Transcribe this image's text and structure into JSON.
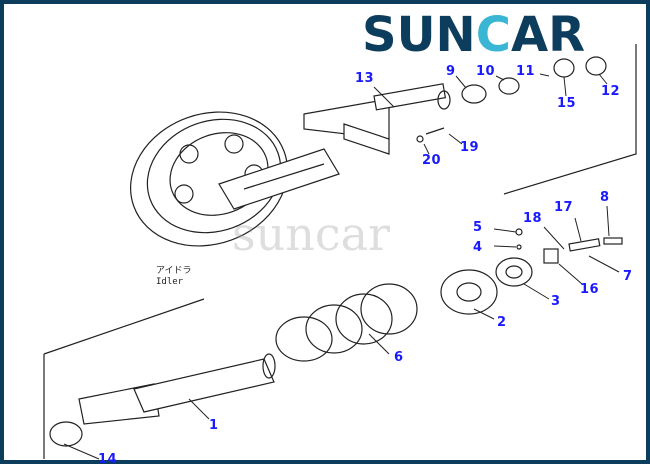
{
  "brand": {
    "logo_text_1": "SUN",
    "logo_text_c": "C",
    "logo_text_2": "AR",
    "watermark": "suncar",
    "colors": {
      "navy": "#0d3d5c",
      "cyan": "#3ab6d4",
      "label_blue": "#1a1aff"
    }
  },
  "idler_caption": {
    "japanese": "アイドラ",
    "english": "Idler"
  },
  "part_labels": [
    "1",
    "2",
    "3",
    "4",
    "5",
    "6",
    "7",
    "8",
    "9",
    "10",
    "11",
    "12",
    "13",
    "14",
    "15",
    "16",
    "17",
    "18",
    "19",
    "20"
  ]
}
